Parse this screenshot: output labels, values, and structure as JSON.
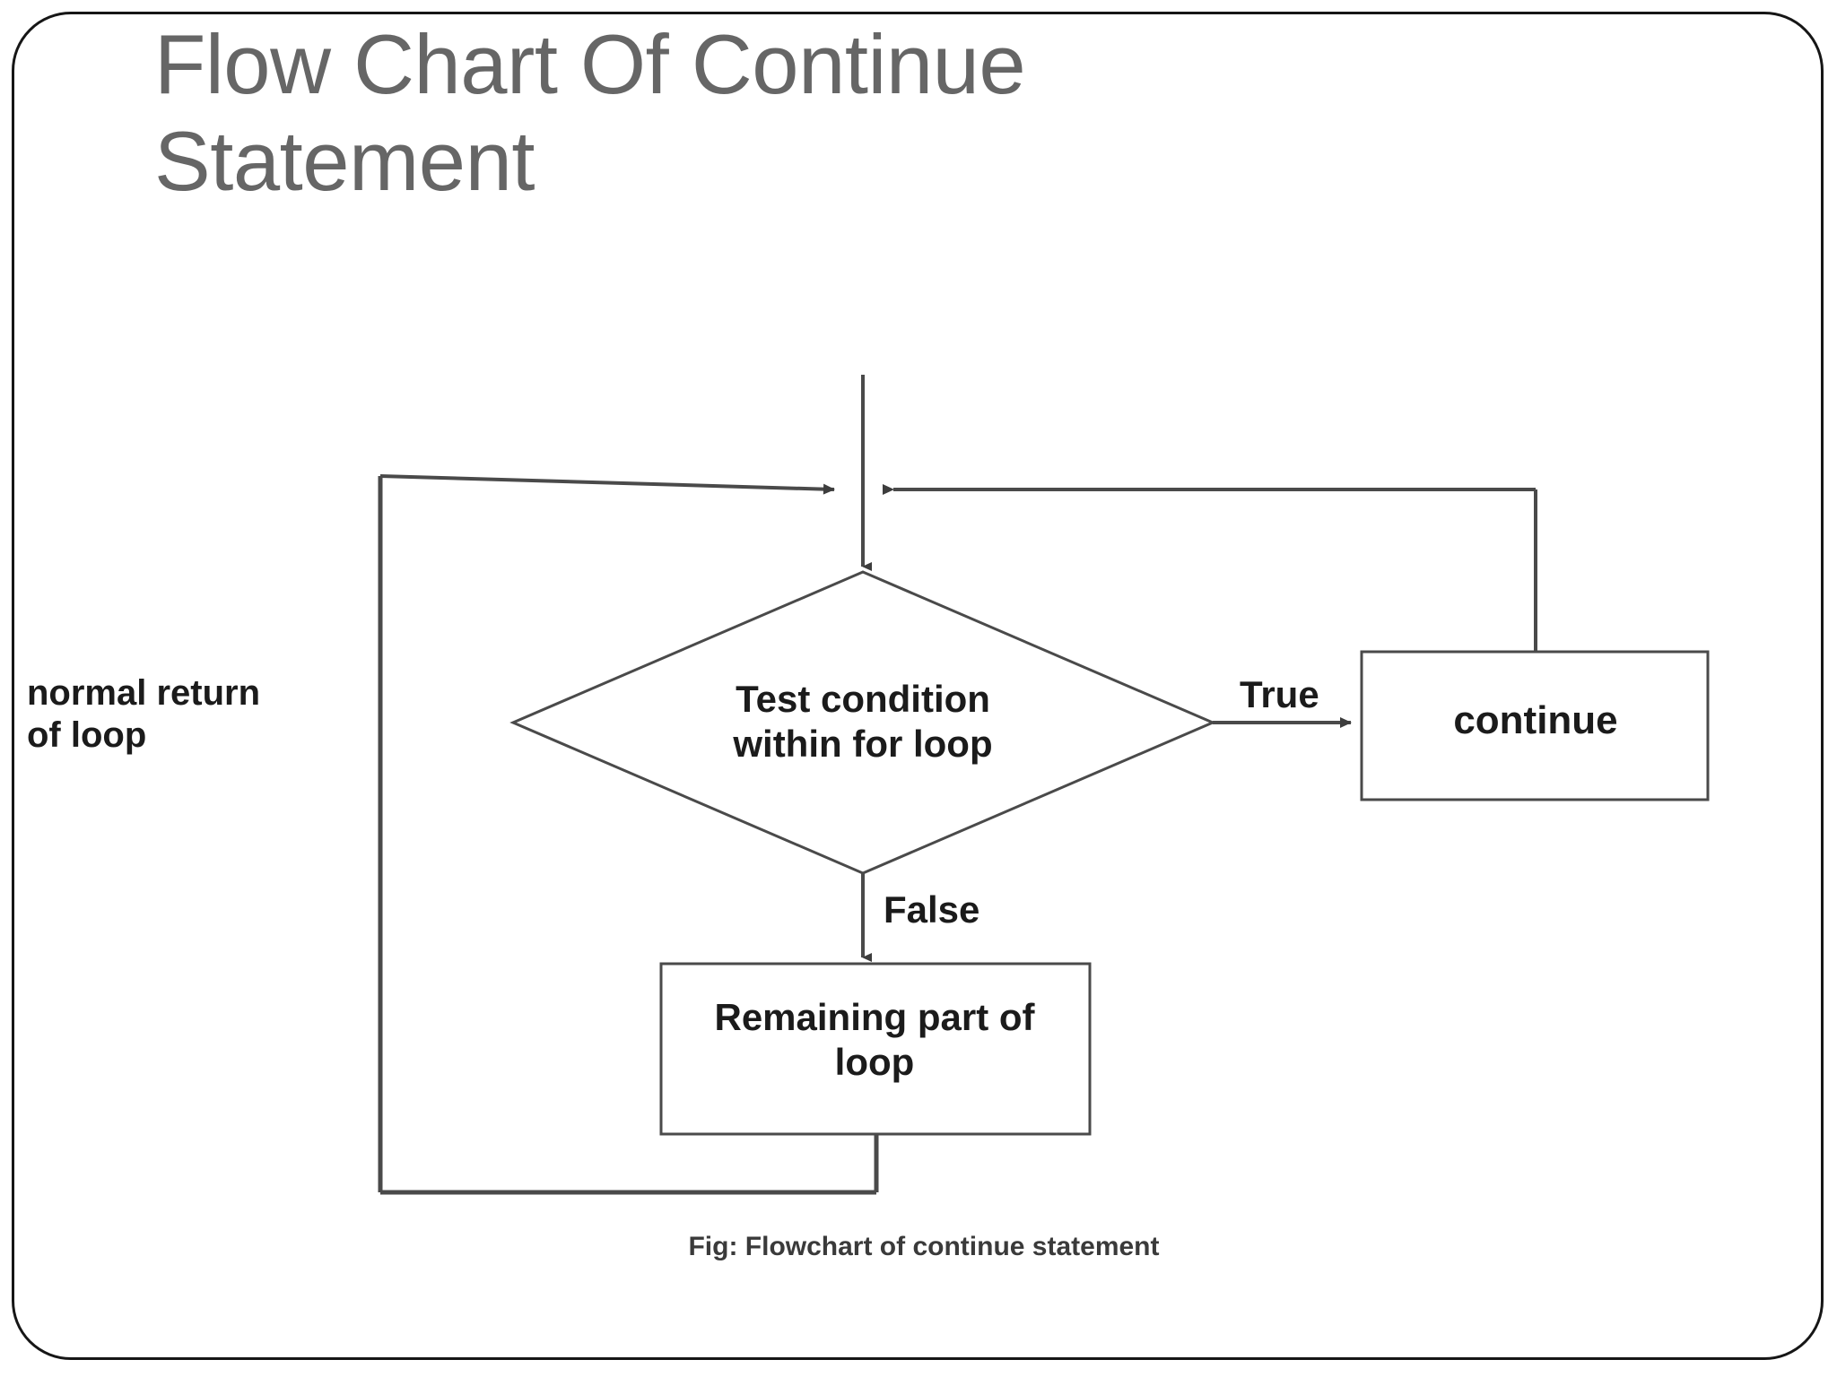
{
  "slide": {
    "title": "Flow Chart Of Continue\nStatement",
    "title_color": "#666666",
    "border_color": "#161616",
    "background": "#ffffff"
  },
  "diagram": {
    "caption": "Fig: Flowchart of continue statement",
    "stroke_color": "#4a4a4a",
    "text_color": "#1b1b1b",
    "nodes": {
      "decision": {
        "label": "Test condition\nwithin for loop",
        "shape": "diamond"
      },
      "continue_box": {
        "label": "continue",
        "shape": "rectangle"
      },
      "remaining_box": {
        "label": "Remaining part of\nloop",
        "shape": "rectangle"
      }
    },
    "edge_labels": {
      "true_branch": "True",
      "false_branch": "False",
      "loop_return": "normal return\nof loop"
    }
  }
}
